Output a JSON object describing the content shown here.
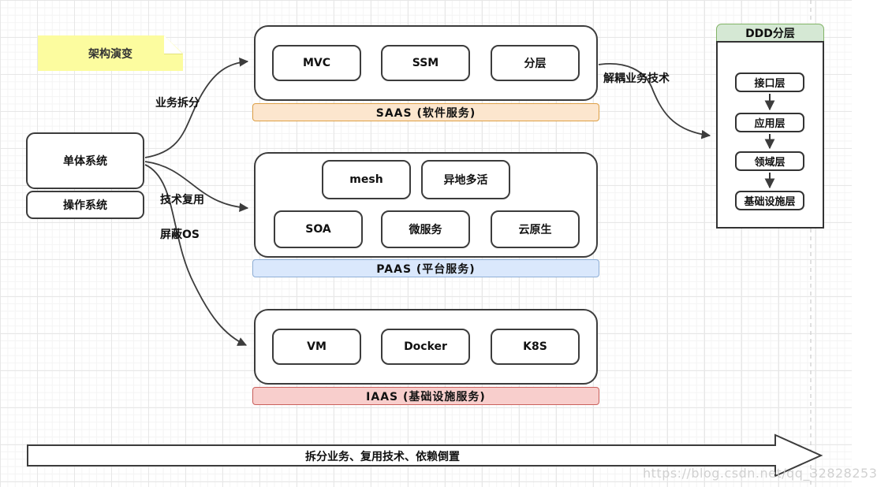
{
  "title_note": "架构演变",
  "nodes": {
    "monolith": "单体系统",
    "os": "操作系统"
  },
  "edge_labels": {
    "to_saas": "业务拆分",
    "to_paas": "技术复用",
    "to_iaas": "屏蔽OS",
    "to_ddd": "解耦业务技术"
  },
  "groups": [
    {
      "name": "saas",
      "banner": "SAAS (软件服务)",
      "items": [
        "MVC",
        "SSM",
        "分层"
      ],
      "banner_fill": "#FCE6CE",
      "banner_border": "#DD9F45"
    },
    {
      "name": "paas",
      "banner": "PAAS (平台服务)",
      "items": [
        "mesh",
        "异地多活",
        "SOA",
        "微服务",
        "云原生"
      ],
      "banner_fill": "#DAE8FC",
      "banner_border": "#8FAFD6"
    },
    {
      "name": "iaas",
      "banner": "IAAS (基础设施服务)",
      "items": [
        "VM",
        "Docker",
        "K8S"
      ],
      "banner_fill": "#F8CECC",
      "banner_border": "#C9605C"
    }
  ],
  "ddd": {
    "title": "DDD分层",
    "layers": [
      "接口层",
      "应用层",
      "领域层",
      "基础设施层"
    ],
    "header_fill": "#D5E8D4",
    "header_border": "#82B366"
  },
  "bottom_arrow_label": "拆分业务、复用技术、依赖倒置",
  "watermark": "https://blog.csdn.net/qq_32828253",
  "colors": {
    "note_fill": "#FCFC9F",
    "shape_border": "#3C3C3C",
    "grid_major": "#E7E7E7",
    "grid_minor": "#F4F4F4",
    "dashed_guide": "#CCCCCC",
    "watermark_text": "#C9C9C9"
  }
}
